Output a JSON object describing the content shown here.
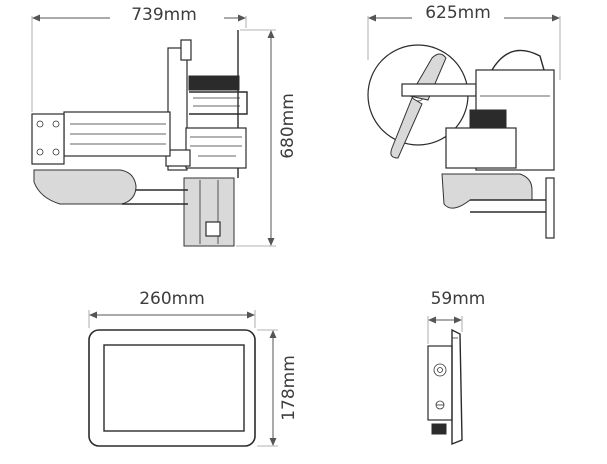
{
  "dimensions": {
    "arm_side_width": "739mm",
    "arm_side_height": "680mm",
    "arm_top_width": "625mm",
    "screen_width": "260mm",
    "screen_height": "178mm",
    "screen_depth": "59mm"
  },
  "colors": {
    "ink": "#2b2b2b",
    "dimension_line": "#555555",
    "dimension_text": "#3c3c3c"
  }
}
